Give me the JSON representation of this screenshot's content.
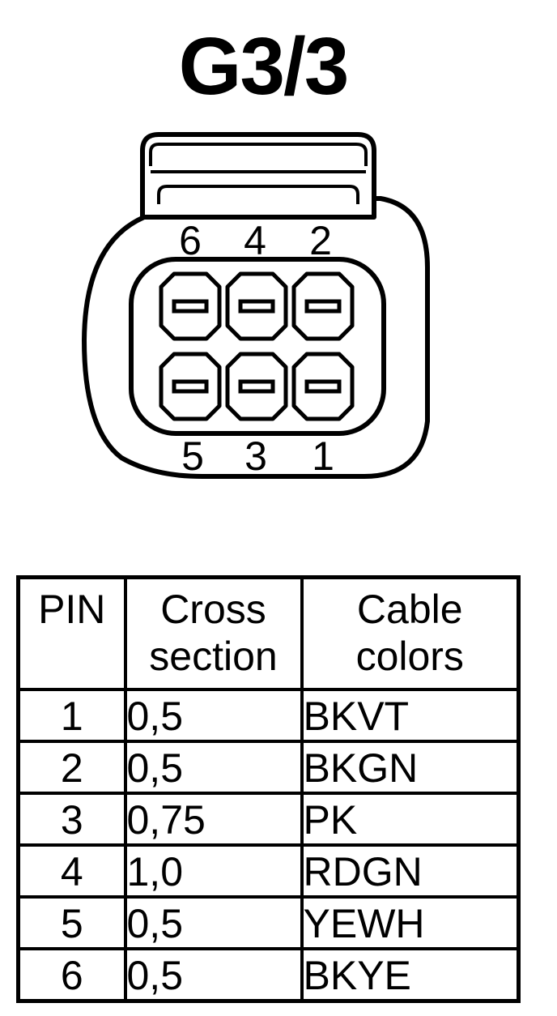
{
  "title": "G3/3",
  "connector": {
    "top_pin_labels": [
      "6",
      "4",
      "2"
    ],
    "bottom_pin_labels": [
      "5",
      "3",
      "1"
    ]
  },
  "table": {
    "headers": {
      "pin": [
        "PIN"
      ],
      "cross_section": [
        "Cross",
        "section"
      ],
      "cable_colors": [
        "Cable",
        "colors"
      ]
    },
    "rows": [
      {
        "pin": "1",
        "cross_section": "0,5",
        "cable_color": "BKVT"
      },
      {
        "pin": "2",
        "cross_section": "0,5",
        "cable_color": "BKGN"
      },
      {
        "pin": "3",
        "cross_section": "0,75",
        "cable_color": "PK"
      },
      {
        "pin": "4",
        "cross_section": "1,0",
        "cable_color": "RDGN"
      },
      {
        "pin": "5",
        "cross_section": "0,5",
        "cable_color": "YEWH"
      },
      {
        "pin": "6",
        "cross_section": "0,5",
        "cable_color": "BKYE"
      }
    ]
  }
}
